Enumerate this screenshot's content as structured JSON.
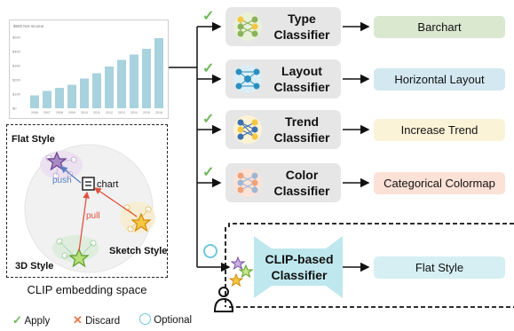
{
  "chart_data": {
    "type": "bar",
    "title": "$500 Net Income",
    "categories": [
      "2006",
      "2007",
      "2008",
      "2009",
      "2010",
      "2011",
      "2012",
      "2013",
      "2014",
      "2015",
      "2016"
    ],
    "values": [
      95,
      130,
      150,
      175,
      220,
      260,
      310,
      360,
      400,
      440,
      520
    ],
    "ylim": [
      0,
      580
    ],
    "yticks": [
      "$500",
      "$400",
      "$300",
      "$200",
      "$100",
      "$0"
    ],
    "bar_color": "#a8d2dd"
  },
  "embedding": {
    "label_flat": "Flat Style",
    "label_3d": "3D Style",
    "label_sketch": "Sketch Style",
    "label_chart": "chart",
    "label_push": "push",
    "label_pull": "pull",
    "caption": "CLIP embedding space"
  },
  "classifiers": [
    {
      "name": "Type\nClassifier",
      "output": "Barchart",
      "output_color": "#dae8d0",
      "net_icon": "network-icon-green-yellow"
    },
    {
      "name": "Layout\nClassifier",
      "output": "Horizontal Layout",
      "output_color": "#d3e8f1",
      "net_icon": "network-icon-blue"
    },
    {
      "name": "Trend\nClassifier",
      "output": "Increase Trend",
      "output_color": "#fbf3d8",
      "net_icon": "network-icon-yellow-blue"
    },
    {
      "name": "Color\nClassifier",
      "output": "Categorical Colormap",
      "output_color": "#fbe1d6",
      "net_icon": "network-icon-orange"
    }
  ],
  "clip_classifier": {
    "name": "CLIP-based\nClassifier",
    "output": "Flat Style",
    "output_color": "#d5eff3"
  },
  "legend": {
    "apply": "Apply",
    "discard": "Discard",
    "optional": "Optional"
  },
  "colors": {
    "check": "#6fb85c",
    "discard": "#e57a4a",
    "optional": "#6ec9e0",
    "teal": "#bfe8ee"
  }
}
